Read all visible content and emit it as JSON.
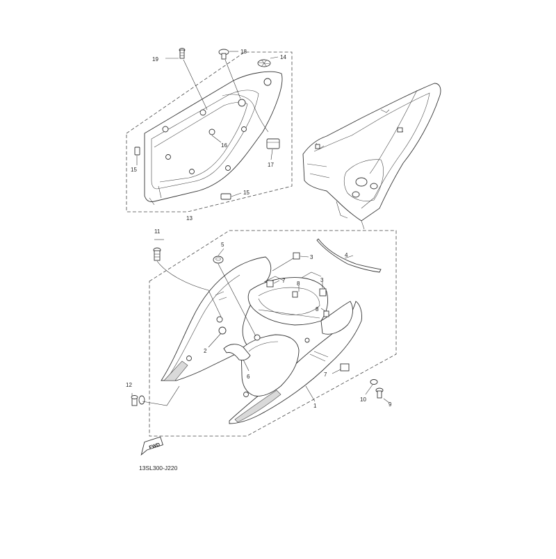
{
  "diagram_code": "13SL300-J220",
  "fwd_label": "FWD",
  "callouts": [
    {
      "id": "c1",
      "label": "1"
    },
    {
      "id": "c2",
      "label": "2"
    },
    {
      "id": "c3a",
      "label": "3"
    },
    {
      "id": "c3b",
      "label": "3"
    },
    {
      "id": "c4",
      "label": "4"
    },
    {
      "id": "c5",
      "label": "5"
    },
    {
      "id": "c6",
      "label": "6"
    },
    {
      "id": "c7a",
      "label": "7"
    },
    {
      "id": "c7b",
      "label": "7"
    },
    {
      "id": "c8a",
      "label": "8"
    },
    {
      "id": "c8b",
      "label": "8"
    },
    {
      "id": "c9",
      "label": "9"
    },
    {
      "id": "c10",
      "label": "10"
    },
    {
      "id": "c11",
      "label": "11"
    },
    {
      "id": "c12",
      "label": "12"
    },
    {
      "id": "c13",
      "label": "13"
    },
    {
      "id": "c14",
      "label": "14"
    },
    {
      "id": "c15a",
      "label": "15"
    },
    {
      "id": "c15b",
      "label": "15"
    },
    {
      "id": "c16",
      "label": "16"
    },
    {
      "id": "c17",
      "label": "17"
    },
    {
      "id": "c18",
      "label": "18"
    },
    {
      "id": "c19",
      "label": "19"
    }
  ]
}
